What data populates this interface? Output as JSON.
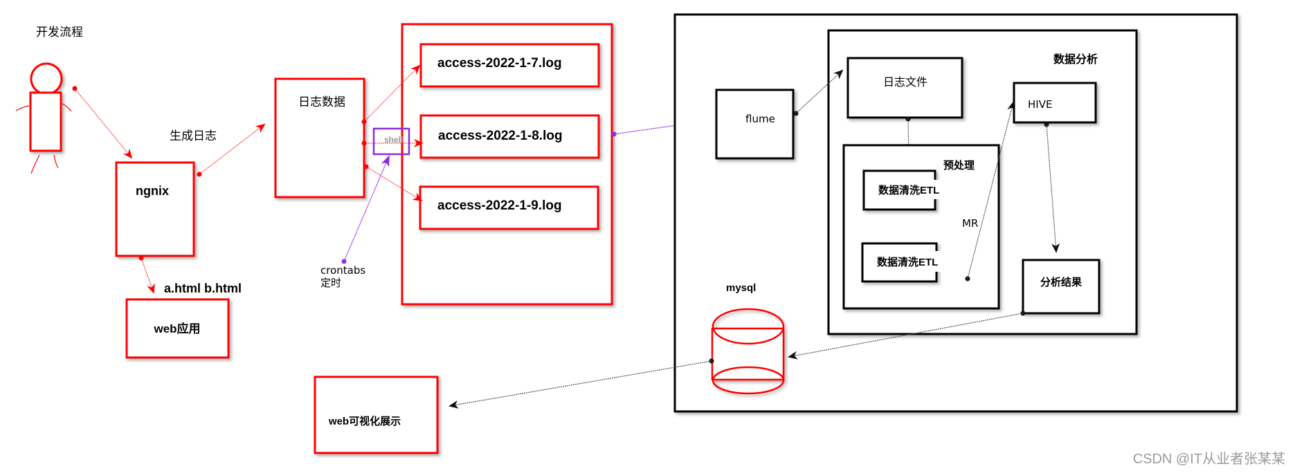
{
  "title": "开发流程",
  "labels": {
    "generate_log": "生成日志",
    "crontab_line1": "crontabs",
    "crontab_line2": "定时",
    "html_files": "a.html b.html",
    "mysql": "mysql",
    "mr": "MR",
    "data_analysis": "数据分析",
    "preprocess": "预处理"
  },
  "nodes": {
    "ngnix": "ngnix",
    "web_app": "web应用",
    "log_data": "日志数据",
    "shell": "shell",
    "logs": [
      "access-2022-1-7.log",
      "access-2022-1-8.log",
      "access-2022-1-9.log"
    ],
    "flume": "flume",
    "log_file": "日志文件",
    "etl": [
      "数据清洗ETL",
      "数据清洗ETL"
    ],
    "hive": "HIVE",
    "analysis_result": "分析结果",
    "web_visual": "web可视化展示"
  },
  "colors": {
    "red": "#ff0000",
    "black": "#000000",
    "purple": "#9a44ff",
    "shell_text": "#999999"
  },
  "watermark": "CSDN @IT从业者张某某"
}
